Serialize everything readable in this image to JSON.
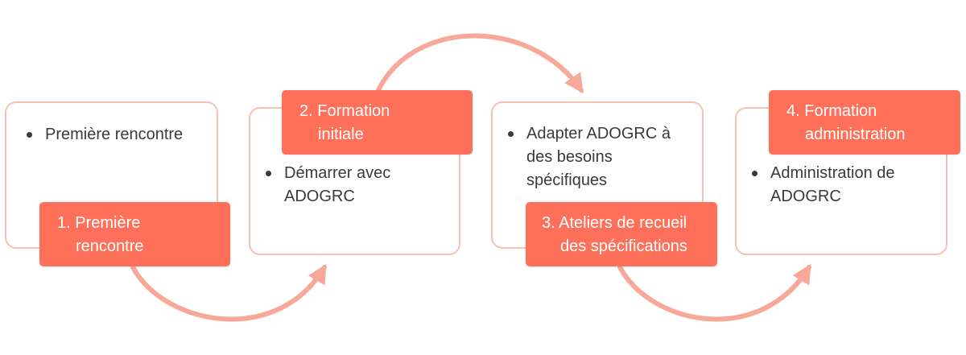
{
  "colors": {
    "accent": "#ff705a",
    "card_border": "#f7c1b2",
    "arrow": "#f8a898",
    "text": "#3a3a3a"
  },
  "steps": [
    {
      "label_line1": "1. Première",
      "label_line2": "rencontre",
      "bullets": [
        "Première rencontre"
      ]
    },
    {
      "label_line1": "2. Formation",
      "label_line2": "initiale",
      "bullets": [
        "Démarrer avec",
        "ADOGRC"
      ]
    },
    {
      "label_line1": "3. Ateliers de recueil",
      "label_line2": "des spécifications",
      "bullets": [
        "Adapter ADOGRC à",
        "des besoins",
        "spécifiques"
      ]
    },
    {
      "label_line1": "4. Formation",
      "label_line2": "administration",
      "bullets": [
        "Administration de",
        "ADOGRC"
      ]
    }
  ]
}
